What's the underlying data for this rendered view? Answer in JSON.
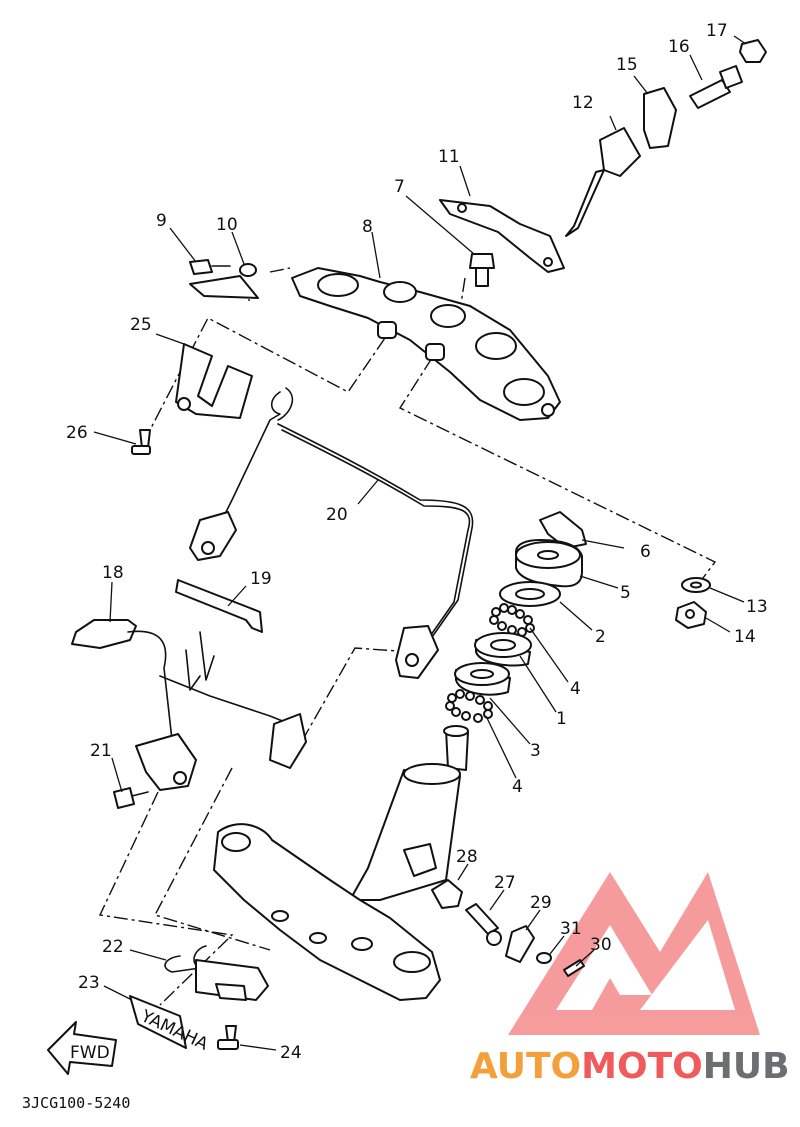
{
  "diagram": {
    "code": "3JCG100-5240",
    "callouts": {
      "c1": "1",
      "c2": "2",
      "c3": "3",
      "c4a": "4",
      "c4b": "4",
      "c5": "5",
      "c6": "6",
      "c7": "7",
      "c8": "8",
      "c9": "9",
      "c10": "10",
      "c11": "11",
      "c12": "12",
      "c13": "13",
      "c14": "14",
      "c15": "15",
      "c16": "16",
      "c17": "17",
      "c18": "18",
      "c19": "19",
      "c20": "20",
      "c21": "21",
      "c22": "22",
      "c23": "23",
      "c24": "24",
      "c25": "25",
      "c26": "26",
      "c27": "27",
      "c28": "28",
      "c29": "29",
      "c30": "30",
      "c31": "31"
    },
    "emblem_text": "YAMAHA",
    "fwd_text": "FWD"
  },
  "watermark": {
    "part1": "AUTO",
    "part2": "MOTO",
    "part3": "HUB",
    "colors": {
      "auto": "#f3a03c",
      "moto": "#f15a5a",
      "hub": "#6d6e71"
    }
  }
}
